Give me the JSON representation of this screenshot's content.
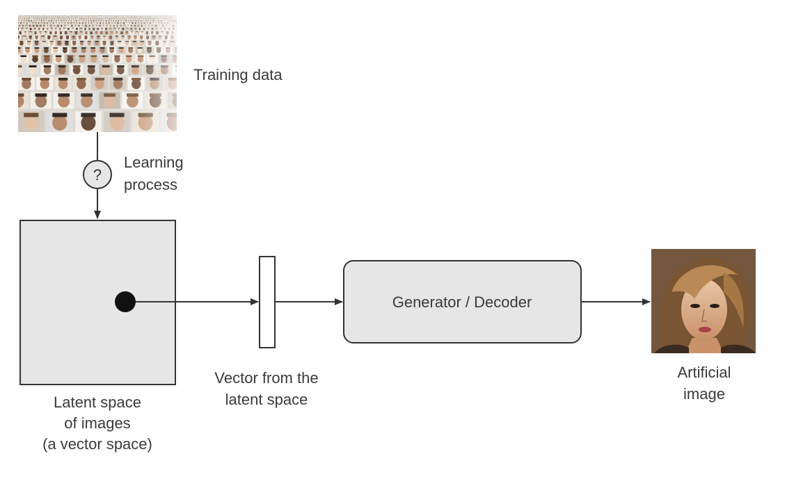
{
  "labels": {
    "training_data": "Training data",
    "learning_process": [
      "Learning",
      "process"
    ],
    "question_mark": "?",
    "latent_space": [
      "Latent space",
      "of images",
      "(a vector space)"
    ],
    "vector": [
      "Vector from the",
      "latent space"
    ],
    "generator": "Generator / Decoder",
    "artificial_image": [
      "Artificial",
      "image"
    ]
  },
  "images": {
    "training_data": "training-data-face-grid-photo",
    "artificial_image": "generated-face-portrait-photo"
  },
  "colors": {
    "box_fill": "#e6e6e6",
    "stroke": "#333333",
    "text": "#3a3a3a",
    "dot": "#111111"
  }
}
